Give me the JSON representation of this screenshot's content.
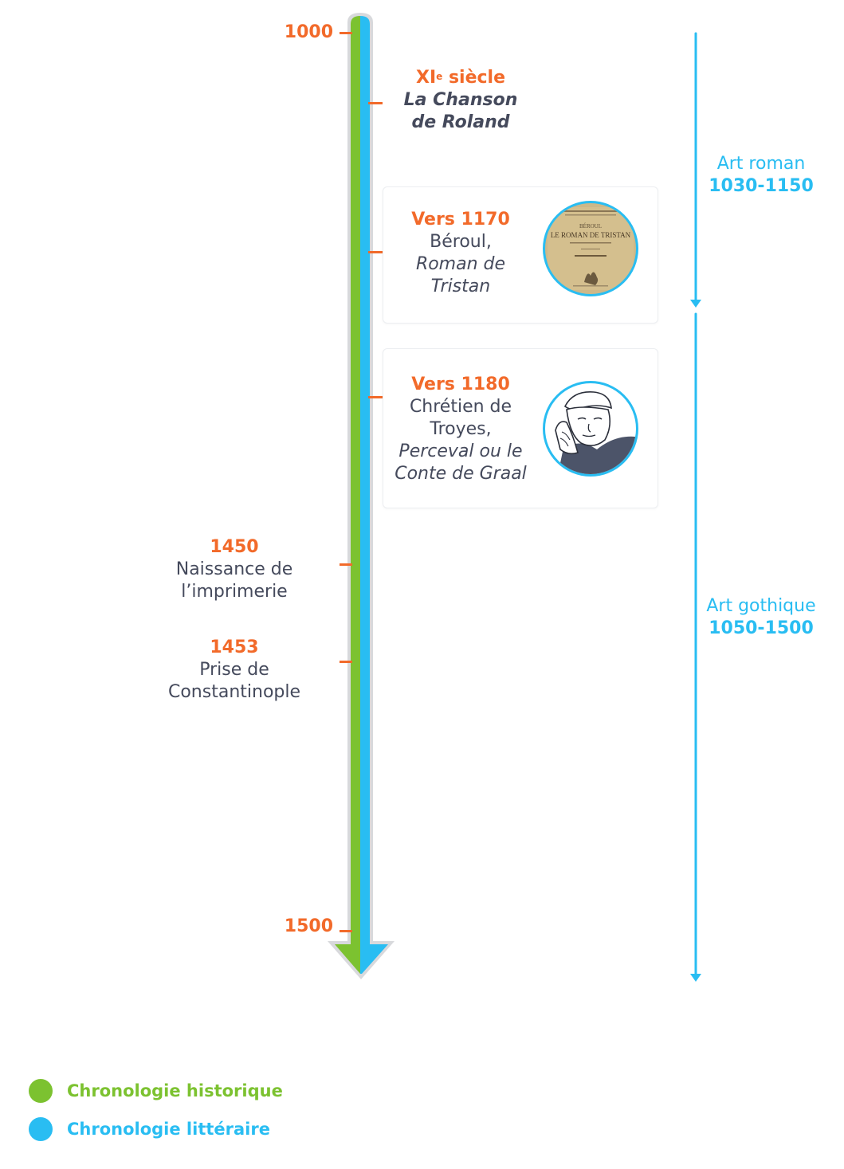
{
  "colors": {
    "historic": "#7cc230",
    "literary": "#29bdf2",
    "accent": "#f26a2a",
    "text": "#454a5c"
  },
  "axis": {
    "start_label": "1000",
    "end_label": "1500"
  },
  "literary_events": [
    {
      "date_main": "XI",
      "date_sup": "e",
      "date_rest": " siècle",
      "line1": "La Chanson",
      "line2": "de Roland"
    },
    {
      "date": "Vers 1170",
      "author": "Béroul,",
      "title1": "Roman de",
      "title2": "Tristan",
      "image_icon": "book-cover-icon"
    },
    {
      "date": "Vers 1180",
      "author1": "Chrétien de",
      "author2": "Troyes,",
      "title1": "Perceval ou le",
      "title2": "Conte de Graal",
      "image_icon": "portrait-icon"
    }
  ],
  "historic_events": [
    {
      "date": "1450",
      "line1": "Naissance de",
      "line2": "l’imprimerie"
    },
    {
      "date": "1453",
      "line1": "Prise de",
      "line2": "Constantinople"
    }
  ],
  "periods": [
    {
      "name": "Art roman",
      "range": "1030-1150"
    },
    {
      "name": "Art gothique",
      "range": "1050-1500"
    }
  ],
  "legend": [
    {
      "label": "Chronologie historique",
      "color": "#7cc230"
    },
    {
      "label": "Chronologie littéraire",
      "color": "#29bdf2"
    }
  ],
  "book_cover_text": {
    "line1": "BÉROUL",
    "line2": "LE ROMAN DE TRISTAN"
  }
}
